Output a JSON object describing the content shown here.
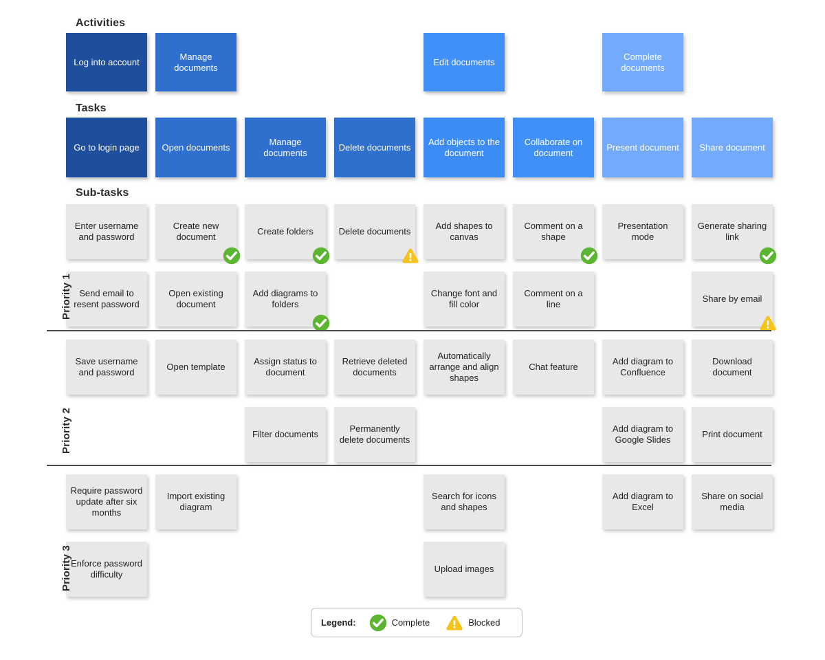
{
  "headings": {
    "activities": "Activities",
    "tasks": "Tasks",
    "subtasks": "Sub-tasks"
  },
  "priorities": [
    {
      "label": "Priority 1"
    },
    {
      "label": "Priority 2"
    },
    {
      "label": "Priority 3"
    }
  ],
  "colors": {
    "activity_1": "#1f4e9c",
    "activity_2": "#2f6fce",
    "activity_3": "#4190f7",
    "activity_4": "#74aafb",
    "task_1": "#1f4e9c",
    "task_2": "#2f6fce",
    "task_3": "#2f6fce",
    "task_4": "#2f6fce",
    "task_5": "#3d8cf5",
    "task_6": "#4190f7",
    "task_7": "#74aafb",
    "task_8": "#74aafb",
    "subtask_bg": "#e8e8e8",
    "complete_green": "#5cb531",
    "blocked_yellow": "#f6c21c",
    "divider": "#4a4a4a"
  },
  "columns": [
    "Go to login page",
    "Open documents",
    "Manage documents",
    "Delete documents",
    "Add objects to the document",
    "Collaborate on document",
    "Present document",
    "Share document"
  ],
  "activities": [
    {
      "label": "Log into account",
      "column": 0,
      "color_key": "activity_1"
    },
    {
      "label": "Manage documents",
      "column": 1,
      "color_key": "activity_2"
    },
    {
      "label": "Edit documents",
      "column": 4,
      "color_key": "activity_3"
    },
    {
      "label": "Complete documents",
      "column": 6,
      "color_key": "activity_4"
    }
  ],
  "tasks": [
    {
      "label": "Go to login page",
      "column": 0,
      "color_key": "task_1"
    },
    {
      "label": "Open documents",
      "column": 1,
      "color_key": "task_2"
    },
    {
      "label": "Manage documents",
      "column": 2,
      "color_key": "task_3"
    },
    {
      "label": "Delete documents",
      "column": 3,
      "color_key": "task_4"
    },
    {
      "label": "Add objects to the document",
      "column": 4,
      "color_key": "task_5"
    },
    {
      "label": "Collaborate on document",
      "column": 5,
      "color_key": "task_6"
    },
    {
      "label": "Present document",
      "column": 6,
      "color_key": "task_7"
    },
    {
      "label": "Share document",
      "column": 7,
      "color_key": "task_8"
    }
  ],
  "subtasks": {
    "priority_1": [
      {
        "label": "Enter username and password",
        "column": 0,
        "row": 0,
        "status": "none"
      },
      {
        "label": "Send email to resent password",
        "column": 0,
        "row": 1,
        "status": "none"
      },
      {
        "label": "Create new document",
        "column": 1,
        "row": 0,
        "status": "complete"
      },
      {
        "label": "Open existing document",
        "column": 1,
        "row": 1,
        "status": "none"
      },
      {
        "label": "Create folders",
        "column": 2,
        "row": 0,
        "status": "complete"
      },
      {
        "label": "Add diagrams to folders",
        "column": 2,
        "row": 1,
        "status": "complete"
      },
      {
        "label": "Delete documents",
        "column": 3,
        "row": 0,
        "status": "blocked"
      },
      {
        "label": "Add shapes to canvas",
        "column": 4,
        "row": 0,
        "status": "none"
      },
      {
        "label": "Change font and fill color",
        "column": 4,
        "row": 1,
        "status": "none"
      },
      {
        "label": "Comment on a shape",
        "column": 5,
        "row": 0,
        "status": "complete"
      },
      {
        "label": "Comment on a line",
        "column": 5,
        "row": 1,
        "status": "none"
      },
      {
        "label": "Presentation mode",
        "column": 6,
        "row": 0,
        "status": "none"
      },
      {
        "label": "Generate sharing link",
        "column": 7,
        "row": 0,
        "status": "complete"
      },
      {
        "label": "Share by email",
        "column": 7,
        "row": 1,
        "status": "blocked"
      }
    ],
    "priority_2": [
      {
        "label": "Save username and password",
        "column": 0,
        "row": 0,
        "status": "none"
      },
      {
        "label": "Open template",
        "column": 1,
        "row": 0,
        "status": "none"
      },
      {
        "label": "Assign status to document",
        "column": 2,
        "row": 0,
        "status": "none"
      },
      {
        "label": "Filter documents",
        "column": 2,
        "row": 1,
        "status": "none"
      },
      {
        "label": "Retrieve deleted documents",
        "column": 3,
        "row": 0,
        "status": "none"
      },
      {
        "label": "Permanently delete documents",
        "column": 3,
        "row": 1,
        "status": "none"
      },
      {
        "label": "Automatically arrange and align shapes",
        "column": 4,
        "row": 0,
        "status": "none"
      },
      {
        "label": "Chat feature",
        "column": 5,
        "row": 0,
        "status": "none"
      },
      {
        "label": "Add diagram to Confluence",
        "column": 6,
        "row": 0,
        "status": "none"
      },
      {
        "label": "Add diagram to Google Slides",
        "column": 6,
        "row": 1,
        "status": "none"
      },
      {
        "label": "Download document",
        "column": 7,
        "row": 0,
        "status": "none"
      },
      {
        "label": "Print document",
        "column": 7,
        "row": 1,
        "status": "none"
      }
    ],
    "priority_3": [
      {
        "label": "Require password update after six months",
        "column": 0,
        "row": 0,
        "status": "none"
      },
      {
        "label": "Enforce password difficulty",
        "column": 0,
        "row": 1,
        "status": "none"
      },
      {
        "label": "Import existing diagram",
        "column": 1,
        "row": 0,
        "status": "none"
      },
      {
        "label": "Search for icons and shapes",
        "column": 4,
        "row": 0,
        "status": "none"
      },
      {
        "label": "Upload images",
        "column": 4,
        "row": 1,
        "status": "none"
      },
      {
        "label": "Add diagram to Excel",
        "column": 6,
        "row": 0,
        "status": "none"
      },
      {
        "label": "Share on social media",
        "column": 7,
        "row": 0,
        "status": "none"
      }
    ]
  },
  "legend": {
    "title": "Legend:",
    "entries": [
      {
        "icon": "check-circle-icon",
        "label": "Complete"
      },
      {
        "icon": "warning-triangle-icon",
        "label": "Blocked"
      }
    ]
  }
}
